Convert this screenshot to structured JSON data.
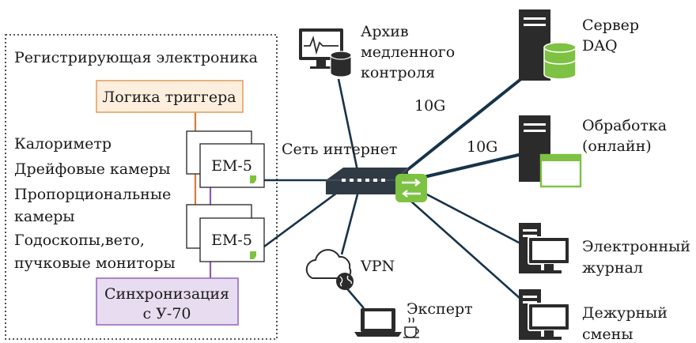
{
  "electronics_panel": {
    "title": "Регистрирующая электроника",
    "trigger_box": "Логика триггера",
    "sync_box": {
      "line1": "Синхронизация",
      "line2": "с У-70"
    },
    "detector_labels": [
      "Калориметр",
      "Дрейфовые камеры",
      "Пропорциональные",
      "камеры",
      "Годоскопы,вето,",
      "пучковые мониторы"
    ],
    "modules": [
      "EM-5",
      "EM-5"
    ]
  },
  "network": {
    "hub_label": "Сеть интернет",
    "link_speed_1": "10G",
    "link_speed_2": "10G"
  },
  "nodes": {
    "archive": [
      "Архив",
      "медленного",
      "контроля"
    ],
    "daq_server": [
      "Сервер",
      "DAQ"
    ],
    "processing": [
      "Обработка",
      "(онлайн)"
    ],
    "ejournal": [
      "Электронный",
      "журнал"
    ],
    "shift": [
      "Дежурный",
      "смены"
    ],
    "vpn": "VPN",
    "expert": "Эксперт"
  },
  "colors": {
    "trigger_fill": "#fdeedd",
    "trigger_border": "#e6a064",
    "sync_fill": "#e8dcf0",
    "sync_border": "#9a6bbf",
    "orange_line": "#d97b3a",
    "purple_line": "#8c5cb5",
    "link_blue": "#17334a",
    "accent_green": "#7dc242",
    "device_dark": "#2b2b2b"
  },
  "icons": {
    "archive": "monitor-with-database-icon",
    "daq": "server-with-database-icon",
    "processing": "server-with-window-icon",
    "ejournal": "workstation-icon",
    "shift": "workstation-icon",
    "vpn": "cloud-globe-icon",
    "expert": "laptop-icon",
    "hub": "network-switch-icon"
  }
}
